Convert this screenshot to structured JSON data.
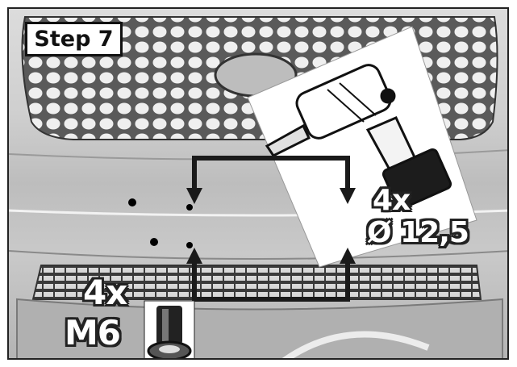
{
  "step_label": "Step 7",
  "drill": {
    "count": "4x",
    "diameter": "Ø 12,5"
  },
  "bolt": {
    "count": "4x",
    "size": "M6"
  },
  "colors": {
    "arrow": "#1a1a1a",
    "grille": "#e8e8e8",
    "panel": "#c6c6c6"
  },
  "icons": [
    "cordless-drill-icon",
    "bolt-nut-icon",
    "arrow-icon"
  ]
}
